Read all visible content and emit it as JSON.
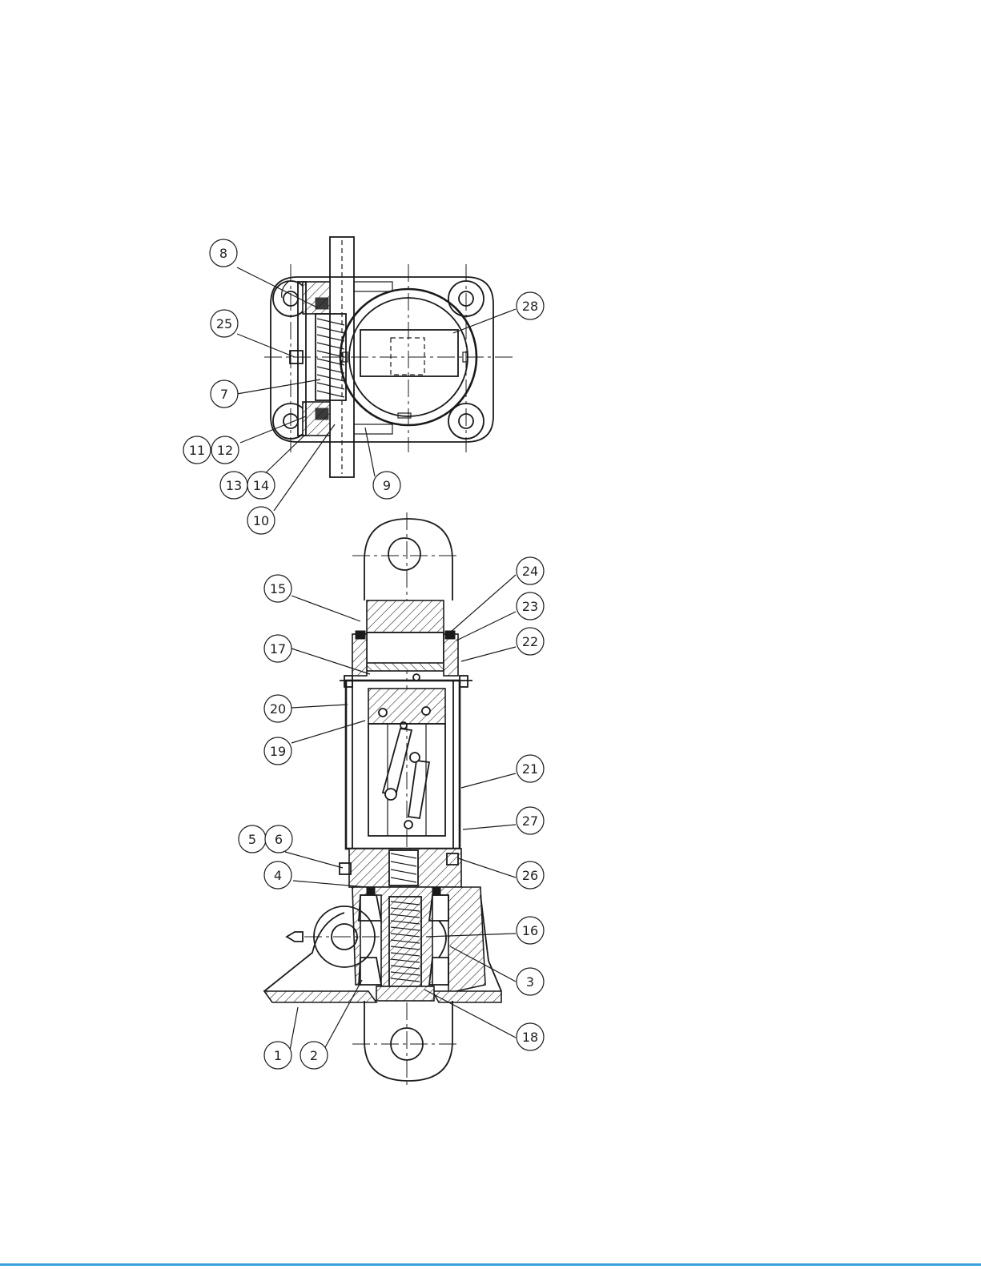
{
  "colors": {
    "line": "#1a1a1a",
    "background": "#ffffff",
    "accent_rule": "#3aa0dc"
  },
  "balloons": [
    {
      "id": "8",
      "label": "8"
    },
    {
      "id": "25",
      "label": "25"
    },
    {
      "id": "7",
      "label": "7"
    },
    {
      "id": "11",
      "label": "11"
    },
    {
      "id": "12",
      "label": "12"
    },
    {
      "id": "13",
      "label": "13"
    },
    {
      "id": "14",
      "label": "14"
    },
    {
      "id": "10",
      "label": "10"
    },
    {
      "id": "9",
      "label": "9"
    },
    {
      "id": "28",
      "label": "28"
    },
    {
      "id": "15",
      "label": "15"
    },
    {
      "id": "17",
      "label": "17"
    },
    {
      "id": "20",
      "label": "20"
    },
    {
      "id": "19",
      "label": "19"
    },
    {
      "id": "5",
      "label": "5"
    },
    {
      "id": "6",
      "label": "6"
    },
    {
      "id": "4",
      "label": "4"
    },
    {
      "id": "1",
      "label": "1"
    },
    {
      "id": "2",
      "label": "2"
    },
    {
      "id": "24",
      "label": "24"
    },
    {
      "id": "23",
      "label": "23"
    },
    {
      "id": "22",
      "label": "22"
    },
    {
      "id": "21",
      "label": "21"
    },
    {
      "id": "27",
      "label": "27"
    },
    {
      "id": "26",
      "label": "26"
    },
    {
      "id": "16",
      "label": "16"
    },
    {
      "id": "3",
      "label": "3"
    },
    {
      "id": "18",
      "label": "18"
    }
  ]
}
